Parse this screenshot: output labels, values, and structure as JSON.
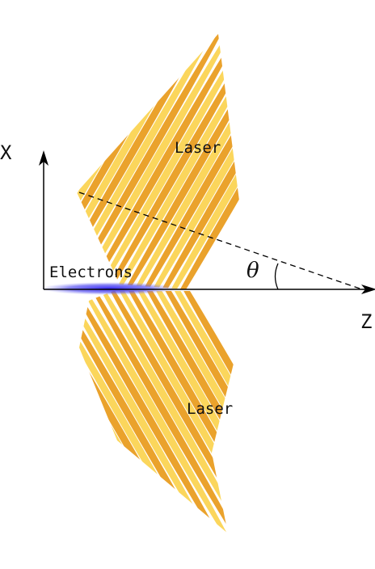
{
  "labels": {
    "x_axis": "X",
    "z_axis": "Z",
    "laser_top": "Laser",
    "laser_bottom": "Laser",
    "electrons": "Electrons",
    "angle": "θ"
  },
  "colors": {
    "laser_light": "#fbd24e",
    "laser_dark": "#e89a1a",
    "electrons": "#3a2cf0",
    "axis": "#000000"
  }
}
